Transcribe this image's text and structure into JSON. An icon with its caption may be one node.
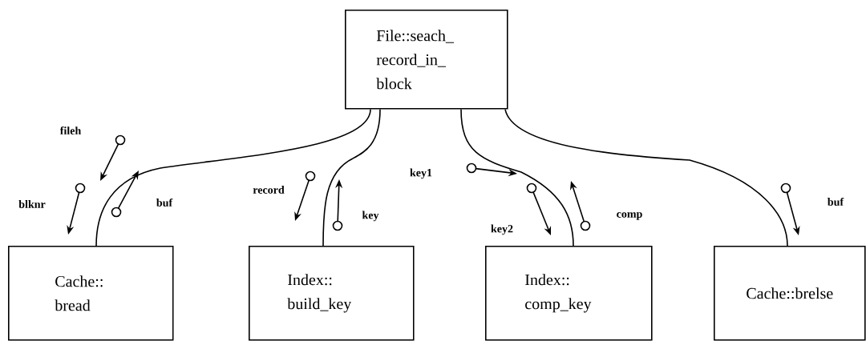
{
  "diagram": {
    "nodes": [
      {
        "text": [
          "File::seach_ record_in_ block"
        ]
      },
      {
        "text": [
          "Cache:: bread"
        ]
      },
      {
        "text": [
          "Index:: build_key"
        ]
      },
      {
        "text": [
          "Index:: comp_key"
        ]
      },
      {
        "text": [
          "Cache::brelse"
        ]
      }
    ],
    "edges": [
      {
        "from": 0,
        "to": 1,
        "arrow": "none"
      },
      {
        "from": 0,
        "to": 2,
        "arrow": "none"
      },
      {
        "from": 0,
        "to": 3,
        "arrow": "none"
      },
      {
        "from": 0,
        "to": 4,
        "arrow": "none"
      }
    ],
    "labels": [
      "fileh",
      "blknr",
      "buf",
      "record",
      "key",
      "key1",
      "key2",
      "comp",
      "buf"
    ]
  }
}
